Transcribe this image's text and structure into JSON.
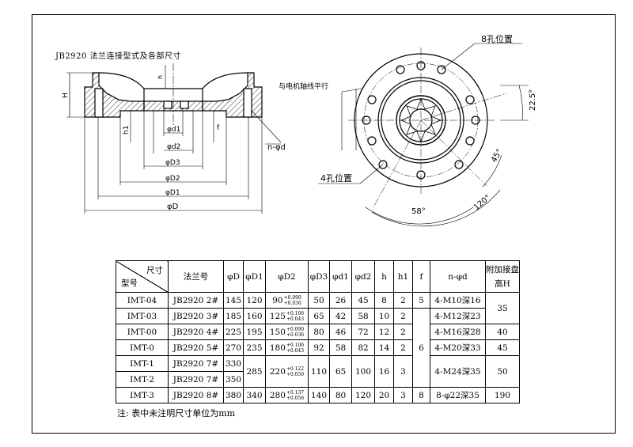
{
  "title": "JB2920 法兰连接型式及各部尺寸",
  "labels": {
    "holes8": "8孔位置",
    "holes4": "4孔位置",
    "parallel": "与电机轴线平行",
    "angle_22_5": "22.5°",
    "angle_45": "45°",
    "angle_58": "58°",
    "angle_120": "120°",
    "n_d": "n-φd",
    "H": "H",
    "h": "h",
    "h1": "h1",
    "f": "f",
    "d1": "φd1",
    "d2": "φd2",
    "D3": "φD3",
    "D2": "φD2",
    "D1": "φD1",
    "D": "φD"
  },
  "table": {
    "header": {
      "corner_top": "尺寸",
      "corner_bottom": "型号",
      "flange": "法兰号",
      "D": "φD",
      "D1": "φD1",
      "D2": "φD2",
      "D3": "φD3",
      "d1": "φd1",
      "d2": "φd2",
      "h": "h",
      "h1": "h1",
      "f": "f",
      "nd": "n-φd",
      "extra": "附加接盘高H"
    },
    "rows": [
      {
        "model": "IMT-04",
        "flange": "JB2920 2#",
        "D": "145",
        "D1": "120",
        "D2": "90",
        "D2_tol_up": "+0.090",
        "D2_tol_lo": "+0.036",
        "D3": "50",
        "d1": "26",
        "d2": "45",
        "h": "8",
        "h1": "2",
        "f": "5",
        "nd": "4-M10深16"
      },
      {
        "model": "IMT-03",
        "flange": "JB2920 3#",
        "D": "185",
        "D1": "160",
        "D2": "125",
        "D2_tol_up": "+0.106",
        "D2_tol_lo": "+0.043",
        "D3": "65",
        "d1": "42",
        "d2": "58",
        "h": "10",
        "h1": "2",
        "nd": "4-M12深23"
      },
      {
        "model": "IMT-00",
        "flange": "JB2920 4#",
        "D": "225",
        "D1": "195",
        "D2": "150",
        "D2_tol_up": "+0.090",
        "D2_tol_lo": "+0.036",
        "D3": "80",
        "d1": "46",
        "d2": "72",
        "h": "12",
        "h1": "2",
        "nd": "4-M16深28"
      },
      {
        "model": "IMT-0",
        "flange": "JB2920 5#",
        "D": "270",
        "D1": "235",
        "D2": "180",
        "D2_tol_up": "+0.106",
        "D2_tol_lo": "+0.043",
        "D3": "92",
        "d1": "58",
        "d2": "82",
        "h": "14",
        "h1": "2",
        "nd": "4-M20深33"
      },
      {
        "model": "IMT-1",
        "flange": "JB2920 7#",
        "D": "330"
      },
      {
        "model": "IMT-2",
        "flange": "JB2920 7#",
        "D": "350"
      },
      {
        "model": "IMT-3",
        "flange": "JB2920 8#",
        "D": "380",
        "D1": "340",
        "D2": "280",
        "D2_tol_up": "+0.137",
        "D2_tol_lo": "+0.056",
        "D3": "140",
        "d1": "80",
        "d2": "120",
        "h": "20",
        "h1": "3",
        "f": "8",
        "nd": "8-φ22深35",
        "extra": "190"
      }
    ],
    "merged": {
      "D1_r56": "285",
      "D2_r56": "220",
      "D2_r56_tol_up": "+0.122",
      "D2_r56_tol_lo": "+0.050",
      "D3_r56": "110",
      "d1_r56": "65",
      "d2_r56": "100",
      "h_r56": "16",
      "h1_r56": "3",
      "nd_r56": "4-M24深35",
      "f_r2to6": "6",
      "extra_r12": "35",
      "extra_r3": "40",
      "extra_r4": "45",
      "extra_r56": "50"
    }
  },
  "note": "注: 表中未注明尺寸单位为mm"
}
